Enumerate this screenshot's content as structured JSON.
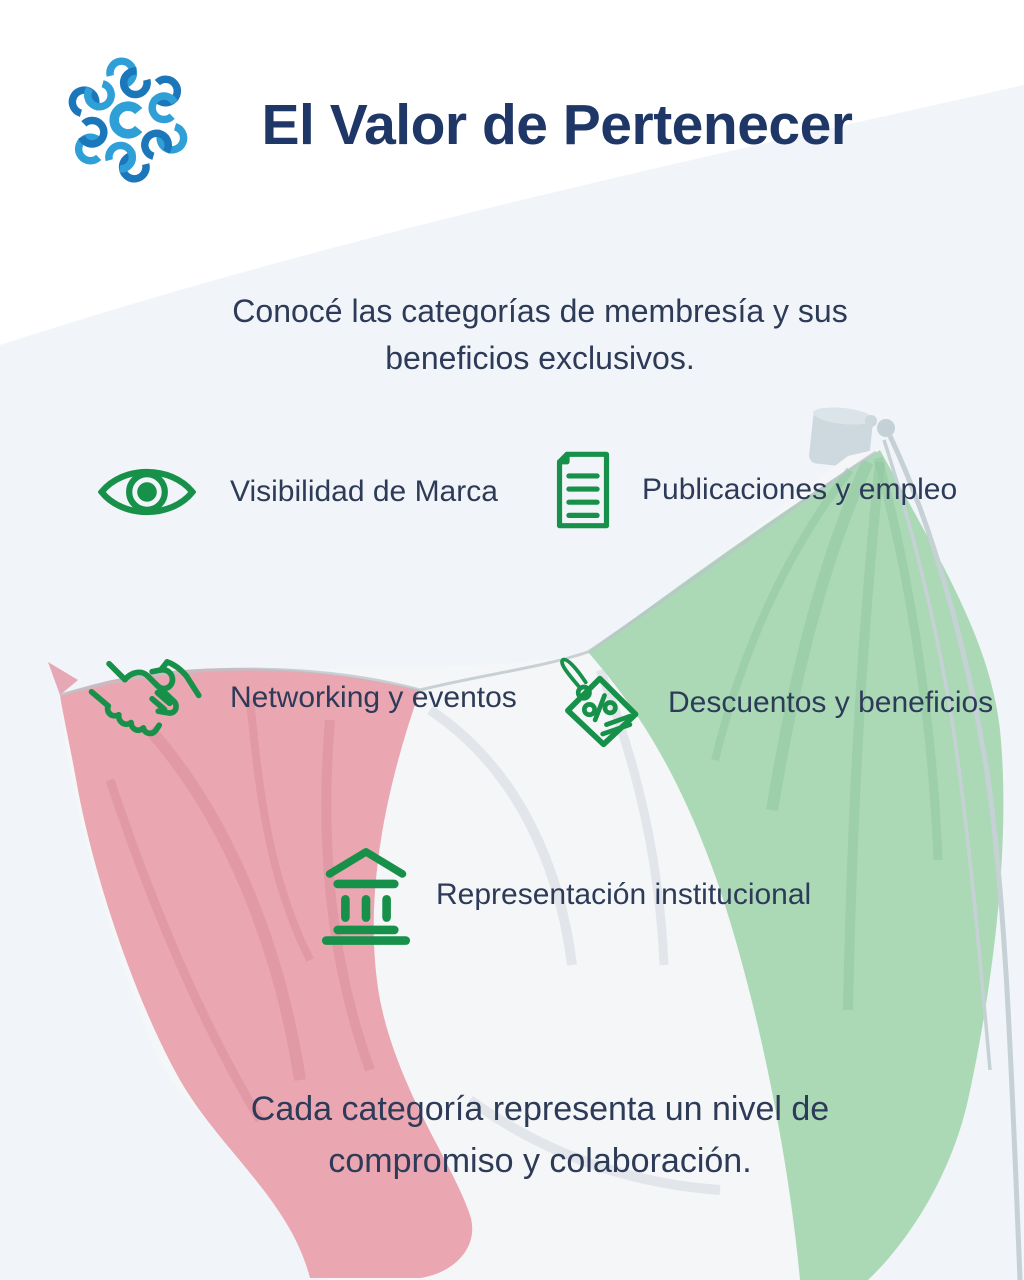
{
  "page": {
    "title": "El Valor de Pertenecer",
    "subtitle_line1": "Conocé las categorías de membresía y sus",
    "subtitle_line2": "beneficios exclusivos.",
    "footer_line1": "Cada categoría representa un nivel de",
    "footer_line2": "compromiso y colaboración."
  },
  "logo": {
    "icon": "interlocking-links-emblem"
  },
  "background": {
    "image": "faded-italian-flag-on-pole"
  },
  "benefits": [
    {
      "icon": "eye-icon",
      "label": "Visibilidad de Marca"
    },
    {
      "icon": "document-icon",
      "label": "Publicaciones y empleo"
    },
    {
      "icon": "handshake-icon",
      "label": "Networking y eventos"
    },
    {
      "icon": "price-tag-icon",
      "label": "Descuentos y beneficios"
    },
    {
      "icon": "bank-icon",
      "label": "Representación institucional"
    }
  ],
  "colors": {
    "title_navy": "#1f3766",
    "text_slate": "#2d3b58",
    "icon_green": "#17914a",
    "logo_blue": "#2f9fd8",
    "logo_blue_dark": "#1b76ba",
    "flag_green": "#abd9b6",
    "flag_red": "#eaa6b1",
    "flag_white": "#f4f6f8",
    "pole_gray": "#cdd9de",
    "band_gray": "#f1f4f8"
  }
}
